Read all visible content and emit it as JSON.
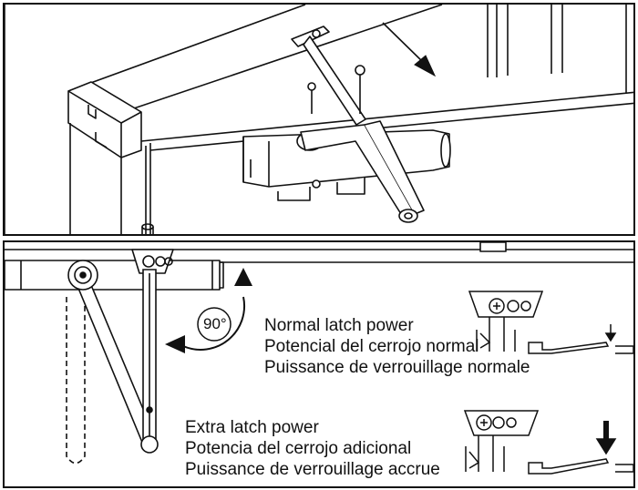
{
  "angle_label": "90°",
  "normal": {
    "line1": "Normal latch power",
    "line2": "Potencial del cerrojo normal",
    "line3": "Puissance de verrouillage normale"
  },
  "extra": {
    "line1": "Extra latch power",
    "line2": "Potencia del cerrojo adicional",
    "line3": "Puissance de verrouillage accrue"
  }
}
